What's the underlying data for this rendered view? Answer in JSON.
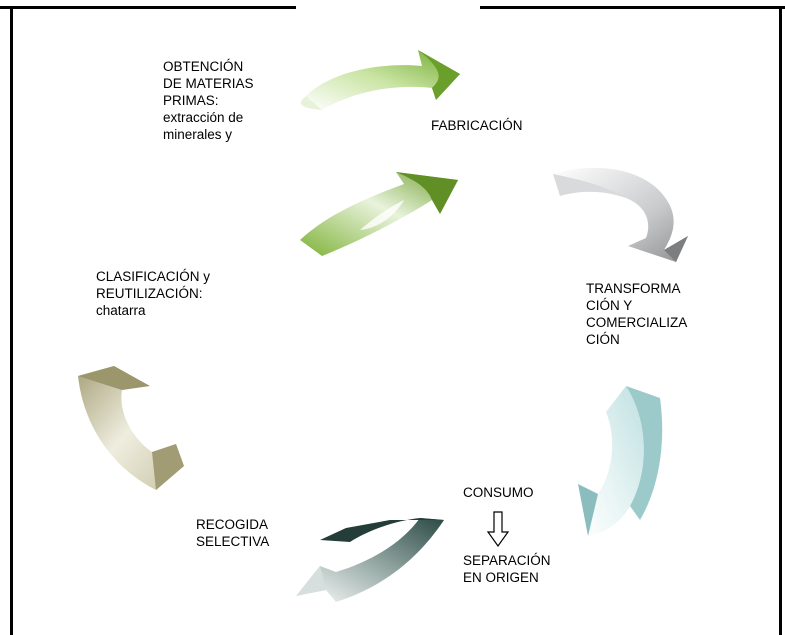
{
  "stages": {
    "obtencion": "OBTENCIÓN\nDE MATERIAS\nPRIMAS:\nextracción de\nminerales y",
    "fabricacion": "FABRICACIÓN",
    "transformacion": "TRANSFORMA\nCIÓN Y\nCOMERCIALIZA\nCIÓN",
    "consumo": "CONSUMO",
    "separacion": "SEPARACIÓN\nEN ORIGEN",
    "recogida": "RECOGIDA\nSELECTIVA",
    "clasificacion": "CLASIFICACIÓN y\nREUTILIZACIÓN:\nchatarra"
  },
  "colors": {
    "arrow_top": "#8dc63f",
    "arrow_upper_left": "#8cba35",
    "arrow_right": "#a8a9ab",
    "arrow_lower_right": "#a8d3d4",
    "arrow_bottom": "#2f4f4a",
    "arrow_left": "#b7b38f"
  }
}
